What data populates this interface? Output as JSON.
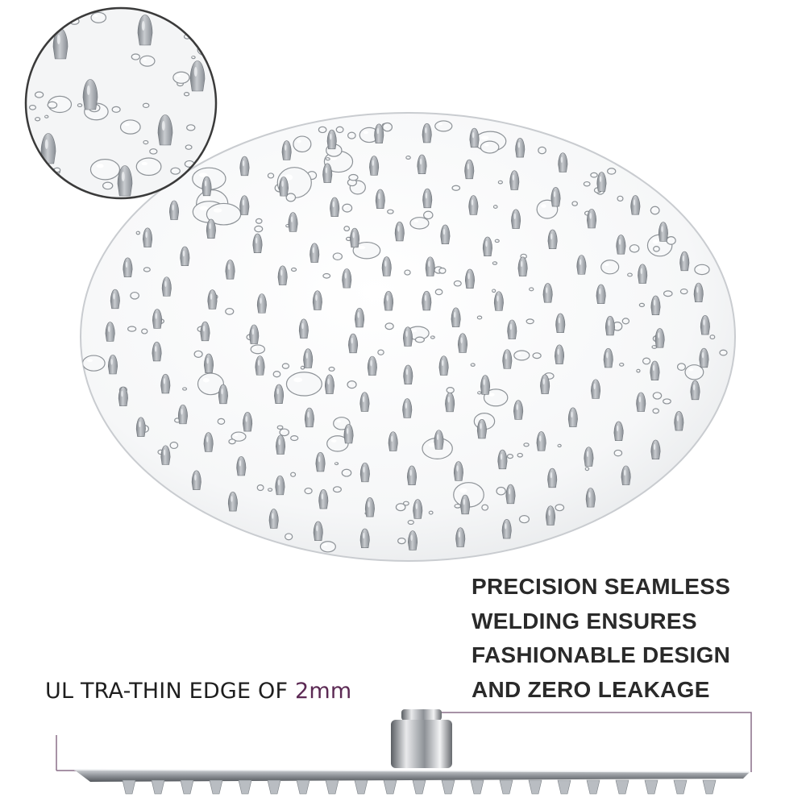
{
  "feature_text": {
    "lines": [
      "PRECISION SEAMLESS",
      "WELDING ENSURES",
      "FASHIONABLE DESIGN",
      "AND ZERO LEAKAGE"
    ]
  },
  "edge_callout": {
    "label": "UL TRA-THIN EDGE OF ",
    "value": "2mm",
    "accent_color": "#5c2a54"
  },
  "icons": {
    "main": "round-shower-head-icon",
    "zoom": "nozzle-closeup-icon",
    "side": "shower-head-side-profile-icon"
  }
}
